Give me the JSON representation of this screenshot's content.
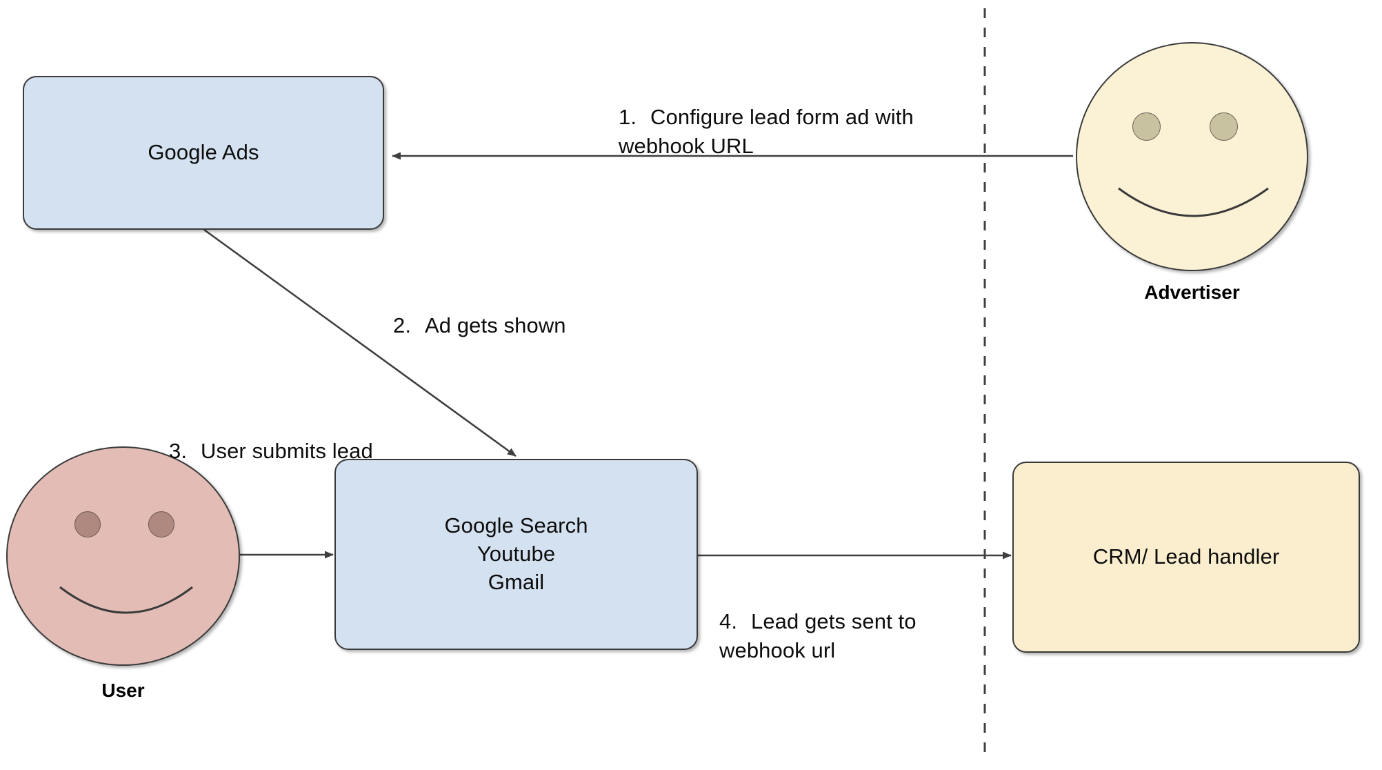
{
  "diagram": {
    "title": "Google Ads lead form webhook flow",
    "colors": {
      "box_blue_fill": "#d4e1f0",
      "box_cream_fill": "#faeece",
      "face_cream_fill": "#fbf2d5",
      "face_cream_eye": "#c8c2a1",
      "face_pink_fill": "#e3bdb5",
      "face_pink_eye": "#af8880",
      "stroke": "#3a3a3a",
      "text": "#0d0d0d",
      "divider": "#3f3f3f"
    },
    "nodes": [
      {
        "id": "google-ads",
        "label": "Google Ads",
        "kind": "box",
        "fill": "#d4e1f0"
      },
      {
        "id": "google-surfaces",
        "label": "Google Search\nYoutube\nGmail",
        "kind": "box",
        "fill": "#d4e1f0"
      },
      {
        "id": "crm",
        "label": "CRM/ Lead handler",
        "kind": "box",
        "fill": "#faeece"
      },
      {
        "id": "advertiser",
        "label": "Advertiser",
        "kind": "face",
        "fill": "#fbf2d5"
      },
      {
        "id": "user",
        "label": "User",
        "kind": "face",
        "fill": "#e3bdb5"
      }
    ],
    "edges": [
      {
        "id": "step-1",
        "number": "1.",
        "text": "Configure lead form ad with\nwebhook URL",
        "from": "advertiser",
        "to": "google-ads",
        "direction": "left"
      },
      {
        "id": "step-2",
        "number": "2.",
        "text": "Ad gets shown",
        "from": "google-ads",
        "to": "google-surfaces",
        "direction": "diagonal-down-right"
      },
      {
        "id": "step-3",
        "number": "3.",
        "text": "User submits lead",
        "from": "user",
        "to": "google-surfaces",
        "direction": "right"
      },
      {
        "id": "step-4",
        "number": "4.",
        "text": "Lead gets sent to\nwebhook url",
        "from": "google-surfaces",
        "to": "crm",
        "direction": "right"
      }
    ],
    "divider": {
      "id": "boundary-divider",
      "orientation": "vertical",
      "style": "dashed"
    }
  }
}
